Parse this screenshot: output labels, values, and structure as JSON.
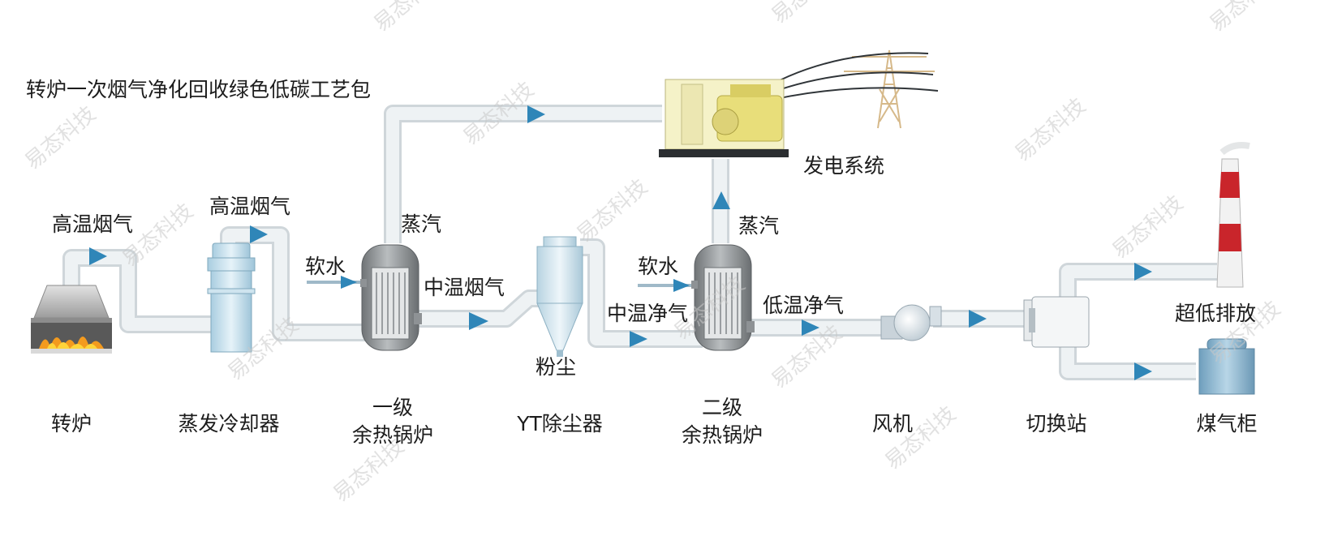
{
  "title": "转炉一次烟气净化回收绿色低碳工艺包",
  "stream_labels": {
    "high_temp_gas_1": "高温烟气",
    "high_temp_gas_2": "高温烟气",
    "soft_water_1": "软水",
    "steam_1": "蒸汽",
    "mid_temp_gas": "中温烟气",
    "dust": "粉尘",
    "soft_water_2": "软水",
    "mid_temp_clean_gas": "中温净气",
    "steam_2": "蒸汽",
    "low_temp_clean_gas": "低温净气",
    "ultra_low_emission": "超低排放",
    "power_system": "发电系统"
  },
  "equipment": {
    "converter": "转炉",
    "evaporative_cooler": "蒸发冷却器",
    "boiler1_line1": "一级",
    "boiler1_line2": "余热锅炉",
    "yt_collector": "YT除尘器",
    "boiler2_line1": "二级",
    "boiler2_line2": "余热锅炉",
    "fan": "风机",
    "switching_station": "切换站",
    "gas_holder": "煤气柜"
  },
  "watermark": "易态科技",
  "colors": {
    "pipe": "#e9eef0",
    "pipe_edge": "#cfd6da",
    "arrow": "#2f86b8",
    "boiler_body": "#8f9396",
    "generator": "#f4f1c4",
    "chimney_red": "#c9252b",
    "watermark": "#c9c9c9"
  }
}
